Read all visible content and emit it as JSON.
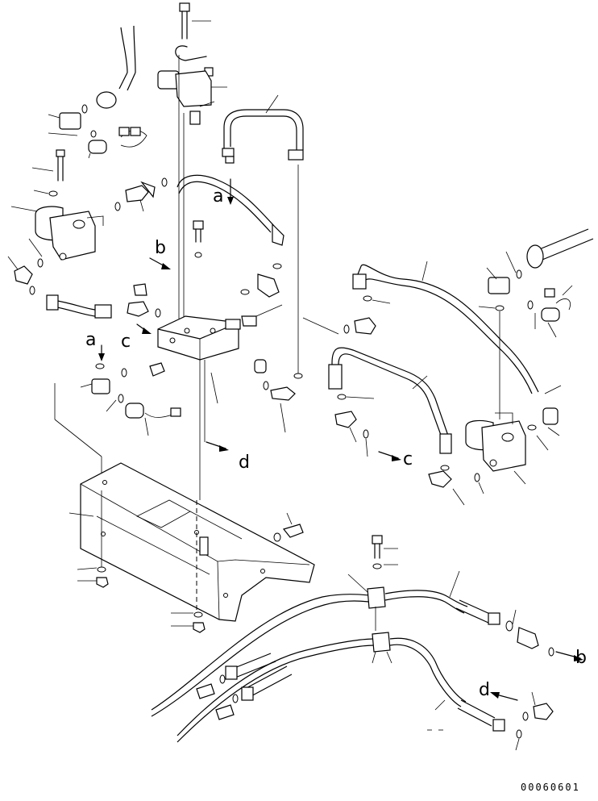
{
  "drawing_code": "00060601",
  "labels": {
    "a": "a",
    "b": "b",
    "c": "c",
    "d": "d"
  }
}
